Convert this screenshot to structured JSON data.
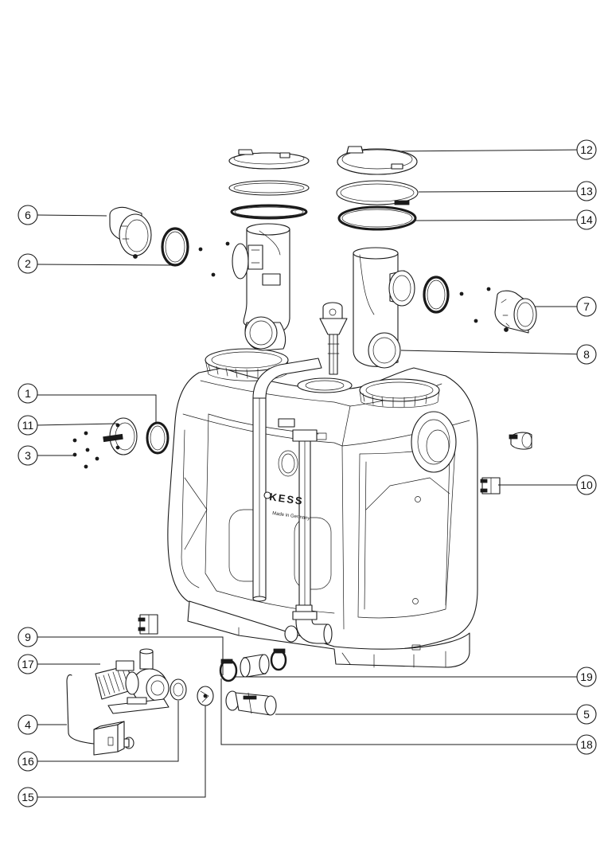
{
  "diagram": {
    "brand_text": "KESS",
    "brand_subtext": "Made in Germany",
    "callouts": [
      {
        "id": "c1",
        "label": "1"
      },
      {
        "id": "c2",
        "label": "2"
      },
      {
        "id": "c3",
        "label": "3"
      },
      {
        "id": "c4",
        "label": "4"
      },
      {
        "id": "c5",
        "label": "5"
      },
      {
        "id": "c6",
        "label": "6"
      },
      {
        "id": "c7",
        "label": "7"
      },
      {
        "id": "c8",
        "label": "8"
      },
      {
        "id": "c9",
        "label": "9"
      },
      {
        "id": "c10",
        "label": "10"
      },
      {
        "id": "c11",
        "label": "11"
      },
      {
        "id": "c12",
        "label": "12"
      },
      {
        "id": "c13",
        "label": "13"
      },
      {
        "id": "c14",
        "label": "14"
      },
      {
        "id": "c15",
        "label": "15"
      },
      {
        "id": "c16",
        "label": "16"
      },
      {
        "id": "c17",
        "label": "17"
      },
      {
        "id": "c18",
        "label": "18"
      },
      {
        "id": "c19",
        "label": "19"
      }
    ]
  }
}
